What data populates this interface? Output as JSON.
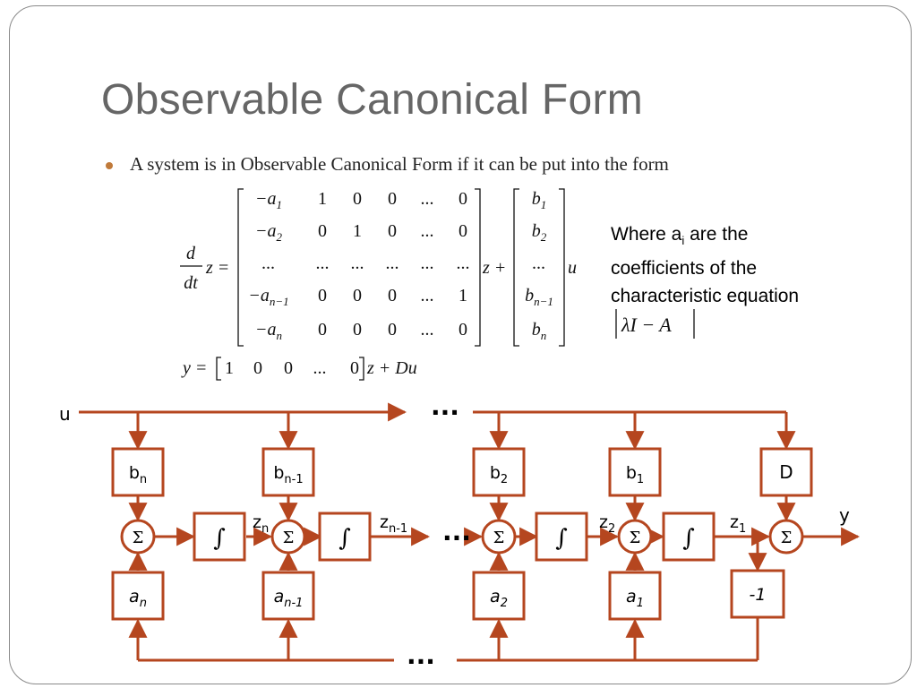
{
  "slide": {
    "title": "Observable Canonical Form",
    "bullet": "A system is in Observable Canonical Form if it can be put into the form"
  },
  "equation": {
    "lhs_num": "d",
    "lhs_den": "dt",
    "lhs_var": "z =",
    "A_rows": [
      [
        "−a",
        "1",
        "1",
        "0",
        "0",
        "...",
        "0"
      ],
      [
        "−a",
        "2",
        "0",
        "1",
        "0",
        "...",
        "0"
      ],
      [
        "...",
        "",
        "...",
        "...",
        "...",
        "...",
        "..."
      ],
      [
        "−a",
        "n−1",
        "0",
        "0",
        "0",
        "...",
        "1"
      ],
      [
        "−a",
        "n",
        "0",
        "0",
        "0",
        "...",
        "0"
      ]
    ],
    "plus_z": "z +",
    "B_rows": [
      [
        "b",
        "1"
      ],
      [
        "b",
        "2"
      ],
      [
        "...",
        ""
      ],
      [
        "b",
        "n−1"
      ],
      [
        "b",
        "n"
      ]
    ],
    "u": "u",
    "output_lhs": "y =",
    "C_row": [
      "1",
      "0",
      "0",
      "...",
      "0"
    ],
    "output_rhs": "z + Du"
  },
  "note": {
    "line1_a": "Where a",
    "line1_sub": "i",
    "line1_b": " are the",
    "line2": "coefficients of the",
    "line3": "characteristic equation",
    "char_eq": "λI − A"
  },
  "diagram": {
    "color": "#b5461f",
    "input_label": "u",
    "output_label": "y",
    "ellipsis": "...",
    "sum_symbol": "Σ",
    "integrator_symbol": "∫",
    "b_blocks": [
      {
        "base": "b",
        "sub": "n"
      },
      {
        "base": "b",
        "sub": "n-1"
      },
      {
        "base": "b",
        "sub": "2"
      },
      {
        "base": "b",
        "sub": "1"
      }
    ],
    "d_block": "D",
    "a_blocks": [
      {
        "base": "a",
        "sub": "n"
      },
      {
        "base": "a",
        "sub": "n-1"
      },
      {
        "base": "a",
        "sub": "2"
      },
      {
        "base": "a",
        "sub": "1"
      }
    ],
    "neg_block": "-1",
    "state_labels": [
      {
        "base": "z",
        "sub": "n"
      },
      {
        "base": "z",
        "sub": "n-1"
      },
      {
        "base": "z",
        "sub": "2"
      },
      {
        "base": "z",
        "sub": "1"
      }
    ]
  }
}
